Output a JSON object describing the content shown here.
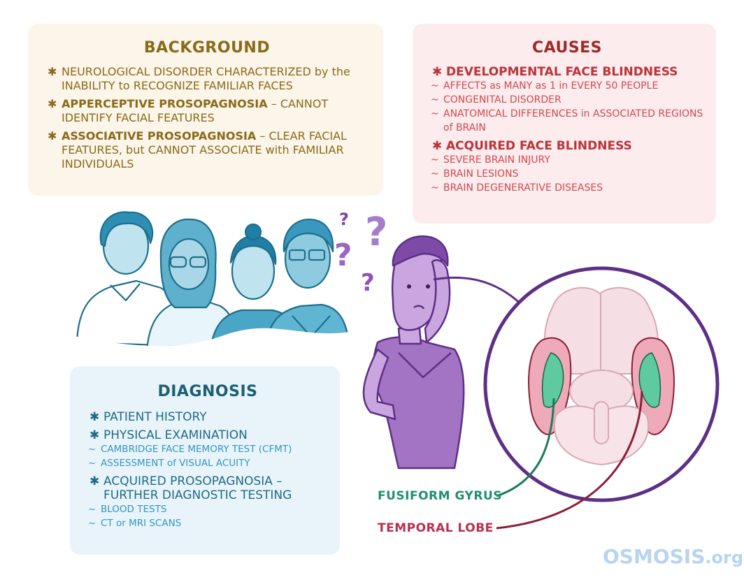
{
  "background": {
    "title": "BACKGROUND",
    "items": [
      {
        "text": "NEUROLOGICAL DISORDER CHARACTERIZED by the INABILITY to RECOGNIZE FAMILIAR FACES"
      },
      {
        "bold": "APPERCEPTIVE PROSOPAGNOSIA",
        "text": " – CANNOT IDENTIFY FACIAL FEATURES"
      },
      {
        "bold": "ASSOCIATIVE PROSOPAGNOSIA",
        "text": " – CLEAR FACIAL FEATURES, but CANNOT ASSOCIATE with FAMILIAR INDIVIDUALS"
      }
    ]
  },
  "causes": {
    "title": "CAUSES",
    "groups": [
      {
        "heading": "DEVELOPMENTAL FACE BLINDNESS",
        "items": [
          "AFFECTS as MANY as 1 in EVERY 50 PEOPLE",
          "CONGENITAL DISORDER",
          "ANATOMICAL DIFFERENCES in ASSOCIATED REGIONS of BRAIN"
        ]
      },
      {
        "heading": "ACQUIRED FACE BLINDNESS",
        "items": [
          "SEVERE BRAIN INJURY",
          "BRAIN LESIONS",
          "BRAIN DEGENERATIVE DISEASES"
        ]
      }
    ]
  },
  "diagnosis": {
    "title": "DIAGNOSIS",
    "groups": [
      {
        "heading": "PATIENT HISTORY",
        "items": []
      },
      {
        "heading": "PHYSICAL EXAMINATION",
        "items": [
          "CAMBRIDGE FACE MEMORY TEST (CFMT)",
          "ASSESSMENT of VISUAL ACUITY"
        ]
      },
      {
        "heading": "ACQUIRED PROSOPAGNOSIA – FURTHER DIAGNOSTIC TESTING",
        "items": [
          "BLOOD TESTS",
          "CT or MRI SCANS"
        ]
      }
    ]
  },
  "illustration": {
    "labels": {
      "fusiform": "FUSIFORM GYRUS",
      "temporal": "TEMPORAL LOBE"
    },
    "question_mark": "?",
    "bullet_glyph": "✱",
    "sub_glyph": "~"
  },
  "colors": {
    "background_title": "#8a6a1a",
    "background_panel": "#fcf5e9",
    "causes_title": "#9d2a2a",
    "causes_panel": "#fcecee",
    "diagnosis_title": "#1d5f73",
    "diagnosis_panel": "#e9f4fa",
    "fusiform": "#1f9070",
    "temporal": "#b8304f",
    "purple": "#5e2f86"
  },
  "logo": {
    "brand": "OSMOSIS",
    "tld": ".org"
  }
}
